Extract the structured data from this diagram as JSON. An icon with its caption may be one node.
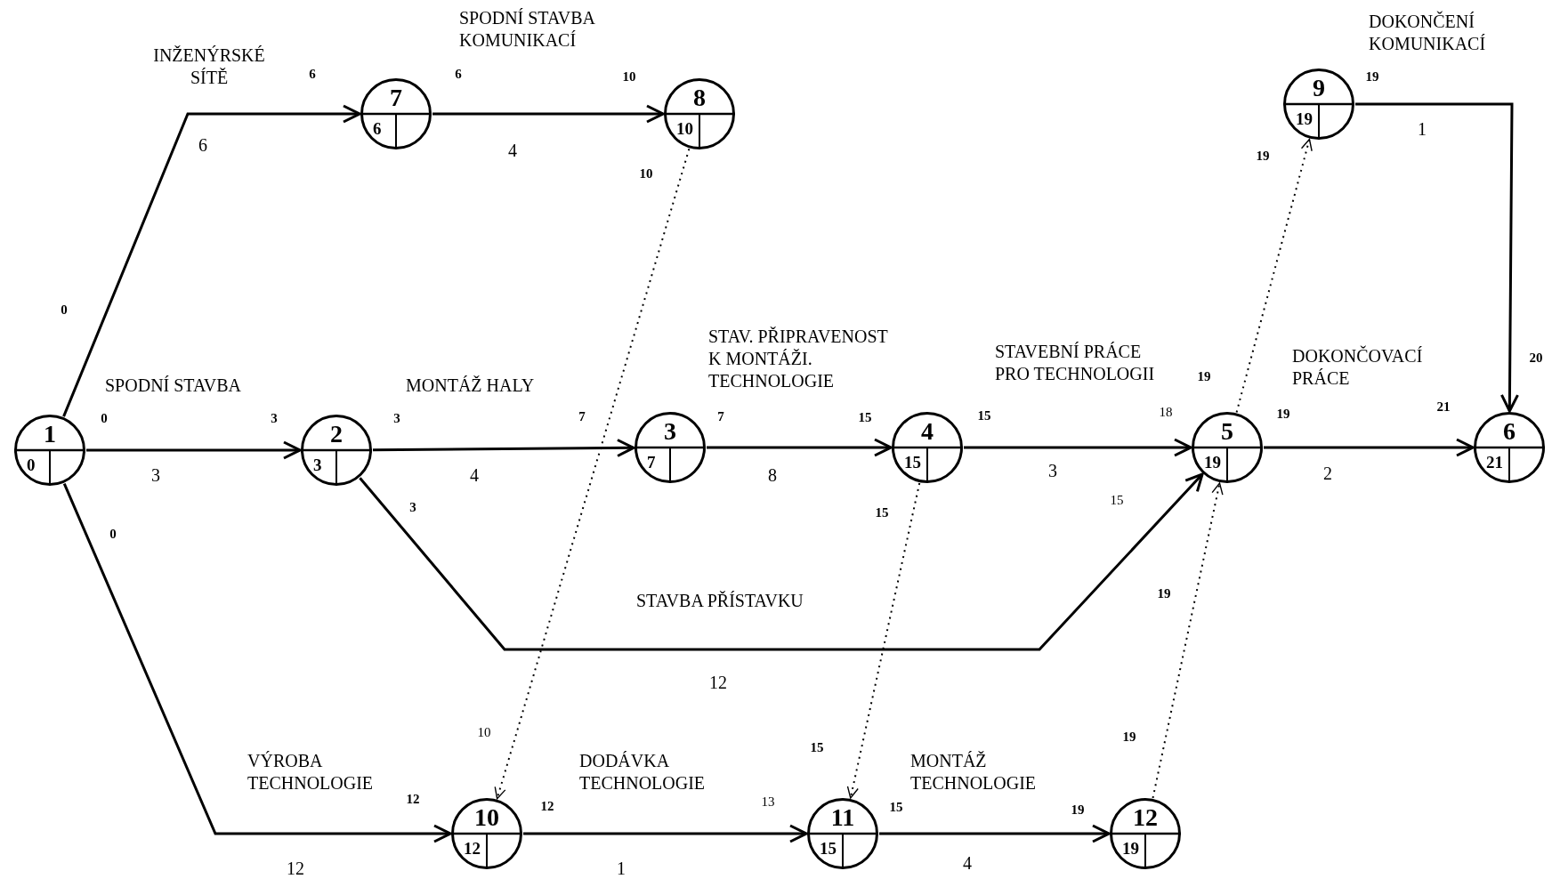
{
  "diagram": {
    "nodes": [
      {
        "text": [
          "1",
          "0"
        ]
      },
      {
        "text": [
          "2",
          "3"
        ]
      },
      {
        "text": [
          "3",
          "7"
        ]
      },
      {
        "text": [
          "4",
          "15"
        ]
      },
      {
        "text": [
          "5",
          "19"
        ]
      },
      {
        "text": [
          "6",
          "21"
        ]
      },
      {
        "text": [
          "7",
          "6"
        ]
      },
      {
        "text": [
          "8",
          "10"
        ]
      },
      {
        "text": [
          "9",
          "19"
        ]
      },
      {
        "text": [
          "10",
          "12"
        ]
      },
      {
        "text": [
          "11",
          "15"
        ]
      },
      {
        "text": [
          "12",
          "19"
        ]
      }
    ],
    "edges": [
      {
        "from": 0,
        "to": 6,
        "arrow": "to",
        "label": "INŽENÝRSKÉ SÍTĚ"
      },
      {
        "from": 0,
        "to": 1,
        "arrow": "to",
        "label": "SPODNÍ STAVBA"
      },
      {
        "from": 0,
        "to": 9,
        "arrow": "to",
        "label": "VÝROBA TECHNOLOGIE"
      },
      {
        "from": 6,
        "to": 7,
        "arrow": "to",
        "label": "SPODNÍ STAVBA KOMUNIKACÍ"
      },
      {
        "from": 7,
        "to": 9,
        "arrow": "to",
        "style": "dashed"
      },
      {
        "from": 1,
        "to": 2,
        "arrow": "to",
        "label": "MONTÁŽ HALY"
      },
      {
        "from": 1,
        "to": 4,
        "arrow": "to",
        "label": "STAVBA PŘÍSTAVKU"
      },
      {
        "from": 2,
        "to": 3,
        "arrow": "to",
        "label": "STAV. PŘIPRAVENOST K MONTÁŽI. TECHNOLOGIE"
      },
      {
        "from": 3,
        "to": 4,
        "arrow": "to",
        "label": "STAVEBNÍ PRÁCE PRO TECHNOLOGII"
      },
      {
        "from": 3,
        "to": 10,
        "arrow": "to",
        "style": "dashed"
      },
      {
        "from": 4,
        "to": 8,
        "arrow": "to",
        "style": "dashed"
      },
      {
        "from": 4,
        "to": 5,
        "arrow": "to",
        "label": "DOKONČOVACÍ PRÁCE"
      },
      {
        "from": 8,
        "to": 5,
        "arrow": "to",
        "label": "DOKONČENÍ KOMUNIKACÍ"
      },
      {
        "from": 9,
        "to": 10,
        "arrow": "to",
        "label": "DODÁVKA TECHNOLOGIE"
      },
      {
        "from": 10,
        "to": 11,
        "arrow": "to",
        "label": "MONTÁŽ TECHNOLOGIE"
      },
      {
        "from": 11,
        "to": 4,
        "arrow": "to",
        "style": "dashed"
      }
    ],
    "labels": [
      "6",
      "6",
      "10",
      "19",
      "6",
      "4",
      "1",
      "10",
      "19",
      "0",
      "20",
      "19",
      "0",
      "3",
      "3",
      "7",
      "7",
      "15",
      "15",
      "18",
      "19",
      "21",
      "3",
      "4",
      "8",
      "3",
      "2",
      "3",
      "15",
      "15",
      "0",
      "19",
      "12",
      "10",
      "19",
      "15",
      "12",
      "12",
      "13",
      "15",
      "19",
      "12",
      "1",
      "4"
    ]
  }
}
